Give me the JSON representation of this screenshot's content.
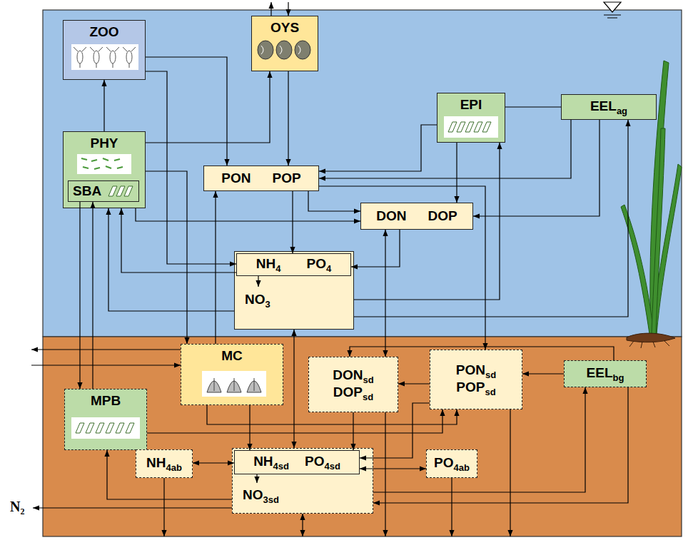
{
  "diagram": {
    "nodes": [
      {
        "text": [
          "ZOO"
        ]
      },
      {
        "text": [
          "OYS"
        ]
      },
      {
        "text": [
          "EPI"
        ]
      },
      {
        "text": [
          "EEL",
          "ag"
        ]
      },
      {
        "text": [
          "PHY"
        ]
      },
      {
        "text": [
          "SBA"
        ],
        "in": 4
      },
      {
        "text": [
          "PON",
          "POP"
        ]
      },
      {
        "text": [
          "DON",
          "DOP"
        ]
      },
      {
        "text": [
          "NO",
          "3"
        ]
      },
      {
        "text": [
          "NH",
          "4",
          "PO",
          "4"
        ],
        "in": 8
      },
      {
        "text": [
          "MC"
        ]
      },
      {
        "text": [
          "MPB"
        ]
      },
      {
        "text": [
          "DON",
          "sd",
          "DOP",
          "sd"
        ]
      },
      {
        "text": [
          "PON",
          "sd",
          "POP",
          "sd"
        ]
      },
      {
        "text": [
          "EEL",
          "bg"
        ]
      },
      {
        "text": [
          "NH",
          "4ab"
        ]
      },
      {
        "text": [
          "NO",
          "3sd"
        ]
      },
      {
        "text": [
          "NH",
          "4sd",
          "PO",
          "4sd"
        ],
        "in": 16
      },
      {
        "text": [
          "PO",
          "4ab"
        ]
      }
    ],
    "edges": [
      {
        "from": 4,
        "to": 0,
        "arrow": "to"
      },
      {
        "from": 0,
        "to": 6,
        "arrow": "to"
      },
      {
        "from": 0,
        "to": 9,
        "arrow": "to"
      },
      {
        "from": 4,
        "to": 1,
        "arrow": "to"
      },
      {
        "from": 1,
        "to": 6,
        "arrow": "to"
      },
      {
        "from": 4,
        "to": 10,
        "arrow": "to"
      },
      {
        "from": 4,
        "to": 7,
        "arrow": "to"
      },
      {
        "from": 9,
        "to": 4,
        "arrow": "to"
      },
      {
        "from": 8,
        "to": 4,
        "arrow": "to"
      },
      {
        "from": 6,
        "to": 7,
        "arrow": "to"
      },
      {
        "from": 6,
        "to": 9,
        "arrow": "to"
      },
      {
        "from": 7,
        "to": 9,
        "arrow": "to"
      },
      {
        "from": 6,
        "to": 13,
        "arrow": "to"
      },
      {
        "from": 7,
        "to": 12,
        "arrow": "both"
      },
      {
        "from": 8,
        "to": 16,
        "arrow": "both"
      },
      {
        "from": 2,
        "to": 6,
        "arrow": "to"
      },
      {
        "from": 2,
        "to": 7,
        "arrow": "to"
      },
      {
        "from": 8,
        "to": 2,
        "arrow": "to"
      },
      {
        "from": 2,
        "to": 3,
        "arrow": "none"
      },
      {
        "from": 3,
        "to": 7,
        "arrow": "to"
      },
      {
        "from": 8,
        "to": 3,
        "arrow": "to"
      },
      {
        "from": 3,
        "to": 6,
        "arrow": "to"
      },
      {
        "from": 10,
        "to": 6,
        "arrow": "to"
      },
      {
        "from": 5,
        "to": 11,
        "arrow": "to"
      },
      {
        "from": 11,
        "to": 5,
        "arrow": "to"
      },
      {
        "from": 10,
        "to": 17,
        "arrow": "to"
      },
      {
        "from": 10,
        "to": 13,
        "arrow": "to"
      },
      {
        "from": 11,
        "to": 13,
        "arrow": "to"
      },
      {
        "from": 13,
        "to": 12,
        "arrow": "to"
      },
      {
        "from": 12,
        "to": 17,
        "arrow": "to"
      },
      {
        "from": 13,
        "to": 17,
        "arrow": "to"
      },
      {
        "from": 17,
        "to": 15,
        "arrow": "both"
      },
      {
        "from": 17,
        "to": 18,
        "arrow": "both"
      },
      {
        "from": 9,
        "to": 8,
        "arrow": "to"
      },
      {
        "from": 17,
        "to": 16,
        "arrow": "to"
      },
      {
        "from": 16,
        "to": 11,
        "arrow": "to"
      },
      {
        "from": 16,
        "to": 14,
        "arrow": "to"
      },
      {
        "from": 14,
        "to": 16,
        "arrow": "to"
      },
      {
        "from": 14,
        "to": 12,
        "arrow": "to"
      },
      {
        "from": 14,
        "to": 13,
        "arrow": "to"
      }
    ],
    "labels": [
      "N₂"
    ]
  }
}
